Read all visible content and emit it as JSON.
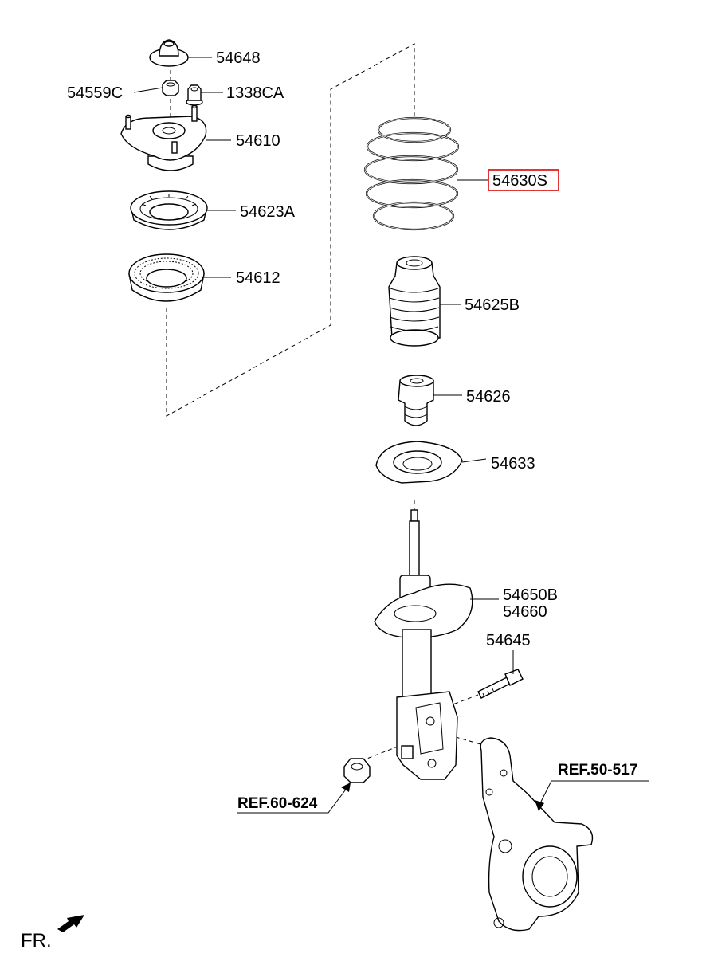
{
  "parts": {
    "p54648": "54648",
    "p54559c": "54559C",
    "p1338ca": "1338CA",
    "p54610": "54610",
    "p54623a": "54623A",
    "p54612": "54612",
    "p54630s": "54630S",
    "p54625b": "54625B",
    "p54626": "54626",
    "p54633": "54633",
    "p54650b": "54650B",
    "p54660": "54660",
    "p54645": "54645"
  },
  "refs": {
    "knuckle": "REF.50-517",
    "nut": "REF.60-624"
  },
  "direction": "FR.",
  "highlight_color": "#e0201f"
}
